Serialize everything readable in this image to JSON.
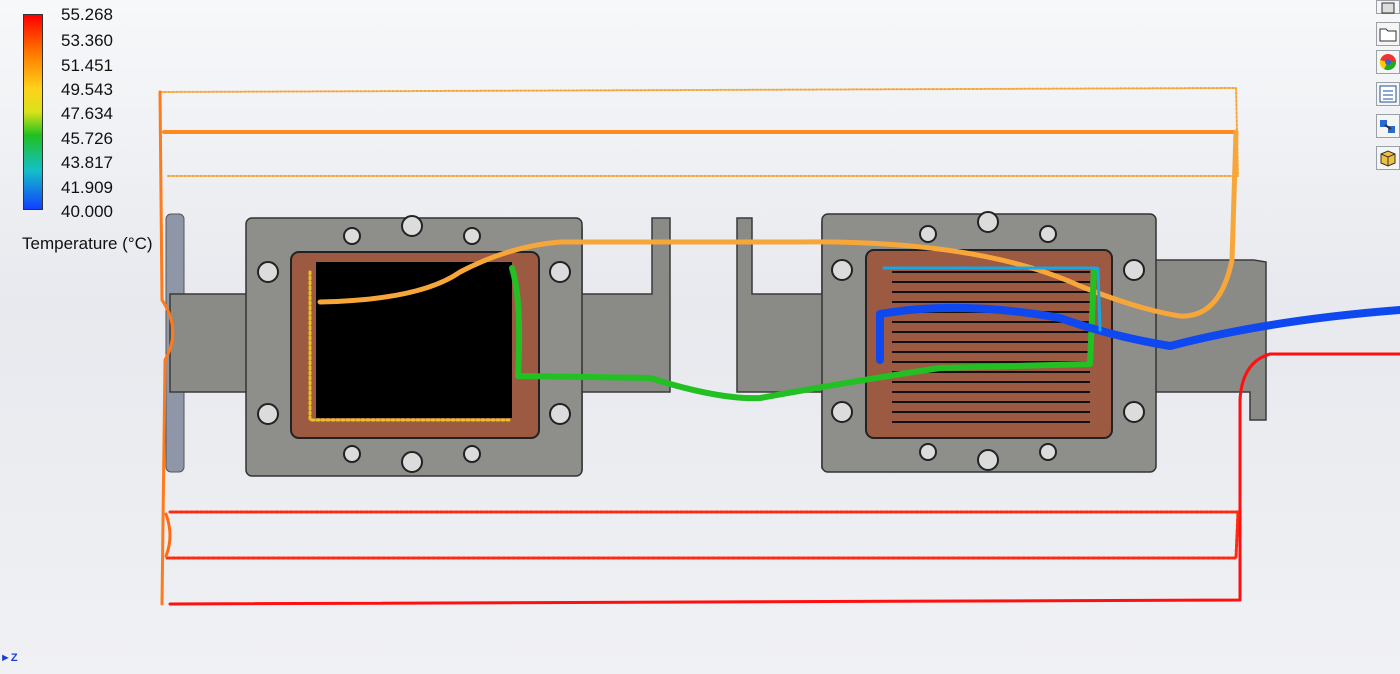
{
  "legend": {
    "ticks": [
      "55.268",
      "53.360",
      "51.451",
      "49.543",
      "47.634",
      "45.726",
      "43.817",
      "41.909",
      "40.000"
    ],
    "title": "Temperature (°C)",
    "colors": {
      "max": "#ff0000",
      "high": "#ff7a00",
      "mid_high": "#ffd21a",
      "mid": "#20c020",
      "mid_low": "#14c0c8",
      "low": "#1040ff"
    }
  },
  "toolbar": {
    "icons": [
      "view-cube-icon",
      "folder-icon",
      "appearance-icon",
      "list-icon",
      "routing-icon",
      "box-icon"
    ]
  },
  "triad": {
    "label": "Z"
  },
  "colors": {
    "plate": "#8a8a86",
    "plate_edge": "#3a3a3a",
    "copper": "#9c5a42",
    "streamline_orange": "#ff7a1a",
    "streamline_light_orange": "#f7a63a",
    "streamline_green": "#22c022",
    "streamline_blue": "#1048f0",
    "streamline_red": "#ff1010"
  }
}
